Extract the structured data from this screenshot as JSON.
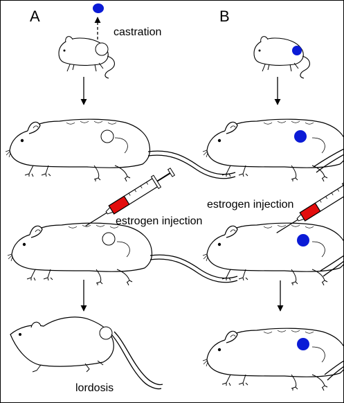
{
  "panels": {
    "a": {
      "letter": "A"
    },
    "b": {
      "letter": "B"
    }
  },
  "labels": {
    "castration": "castration",
    "estrogen_injection_a": "estrogen injection",
    "estrogen_injection_b": "estrogen injection",
    "lordosis": "lordosis"
  },
  "colors": {
    "testis": "#0b1bd6",
    "syringe_fill": "#e30d0d",
    "line": "#000000"
  }
}
